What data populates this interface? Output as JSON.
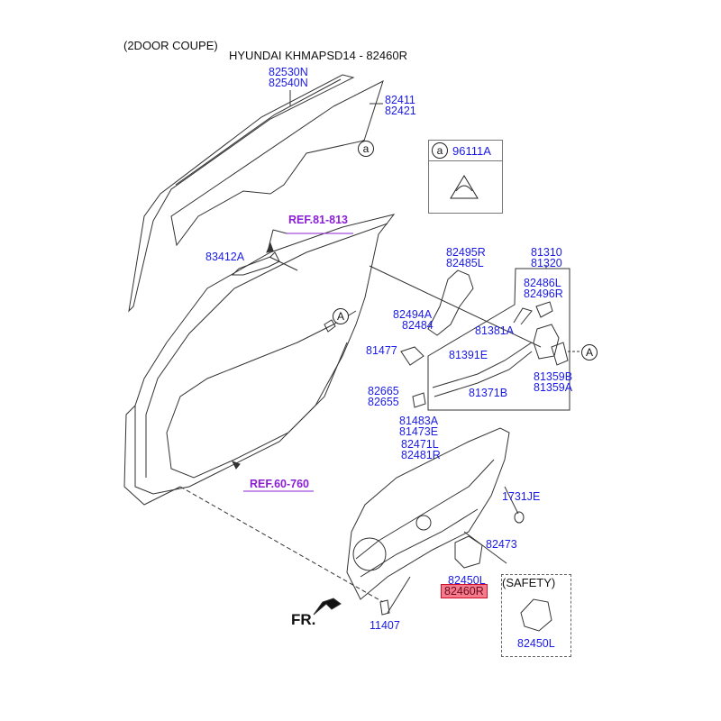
{
  "header": {
    "variant": "(2DOOR COUPE)",
    "title": "HYUNDAI KHMAPSD14 - 82460R"
  },
  "labels": {
    "glass_run": [
      "82530N",
      "82540N"
    ],
    "door_glass": [
      "82411",
      "82421"
    ],
    "stopper": "83412A",
    "handle_ref": "REF.81-813",
    "panel_ref": "REF.60-760",
    "handle_assy": [
      "82495R",
      "82485L"
    ],
    "latch_group": [
      "81310",
      "81320"
    ],
    "handle_pad": [
      "82486L",
      "82496R"
    ],
    "rod": "81381A",
    "handle_base": [
      "82494A",
      "82484"
    ],
    "bolt_81477": "81477",
    "cable_81391": "81391E",
    "cable_81371": "81371B",
    "latch_switch": [
      "81359B",
      "81359A"
    ],
    "hinge": [
      "82665",
      "82655"
    ],
    "module_group": [
      "81483A",
      "81473E",
      "82471L",
      "82481R"
    ],
    "plug": "1731JE",
    "screw_82473": "82473",
    "motor": "82450L",
    "highlighted_part": "82460R",
    "bolt_11407": "11407",
    "front_arrow": "FR."
  },
  "legend_box": {
    "callout": "a",
    "part": "96111A"
  },
  "safety_box": {
    "title": "(SAFETY)",
    "part": "82450L"
  },
  "callouts": {
    "a": "a",
    "A": "A"
  },
  "colors": {
    "part_label": "#1a1ae6",
    "reference_label": "#8b1fd6",
    "highlight_fill": "#f47a8c",
    "highlight_border": "#d0102a"
  }
}
